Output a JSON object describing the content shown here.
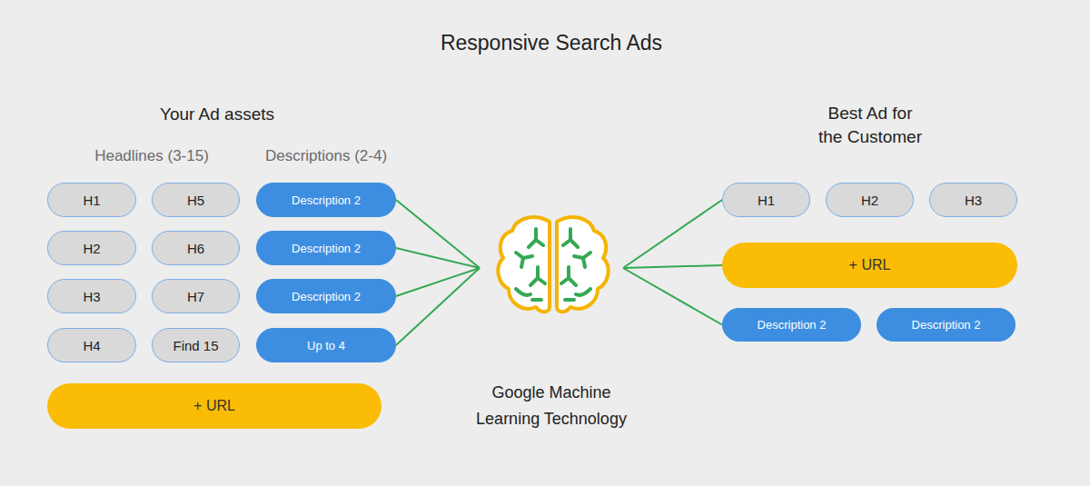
{
  "diagram": {
    "title": "Responsive Search Ads",
    "nodes": [
      {
        "text": [
          "H1"
        ]
      },
      {
        "text": [
          "H5"
        ]
      },
      {
        "text": [
          "Description 2"
        ]
      },
      {
        "text": [
          "H2"
        ]
      },
      {
        "text": [
          "H6"
        ]
      },
      {
        "text": [
          "Description 2"
        ]
      },
      {
        "text": [
          "H3"
        ]
      },
      {
        "text": [
          "H7"
        ]
      },
      {
        "text": [
          "Description 2"
        ]
      },
      {
        "text": [
          "H4"
        ]
      },
      {
        "text": [
          "Find 15"
        ]
      },
      {
        "text": [
          "Up to 4"
        ]
      },
      {
        "text": [
          "+ URL"
        ]
      },
      {
        "text": [
          "Google Machine Learning Technology"
        ]
      },
      {
        "text": [
          "H1"
        ]
      },
      {
        "text": [
          "H2"
        ]
      },
      {
        "text": [
          "H3"
        ]
      },
      {
        "text": [
          "+ URL"
        ]
      },
      {
        "text": [
          "Description 2"
        ]
      },
      {
        "text": [
          "Description 2"
        ]
      }
    ],
    "edges": [
      {
        "from": 2,
        "to": 13,
        "arrow": "none"
      },
      {
        "from": 5,
        "to": 13,
        "arrow": "none"
      },
      {
        "from": 8,
        "to": 13,
        "arrow": "none"
      },
      {
        "from": 11,
        "to": 13,
        "arrow": "none"
      },
      {
        "from": 13,
        "to": 14,
        "arrow": "none"
      },
      {
        "from": 13,
        "to": 17,
        "arrow": "none"
      },
      {
        "from": 13,
        "to": 18,
        "arrow": "none"
      }
    ],
    "labels": [
      "Your Ad assets",
      "Headlines (3-15)",
      "Descriptions (2-4)",
      "Best Ad for the Customer"
    ]
  }
}
